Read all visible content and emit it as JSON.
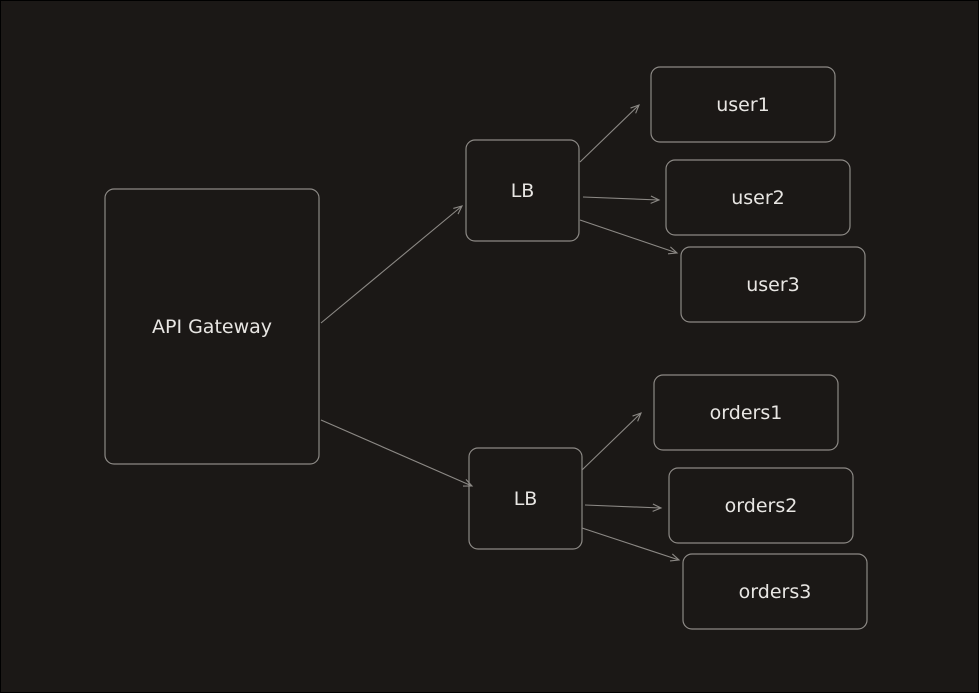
{
  "diagram": {
    "background": "#1b1816",
    "stroke_color": "#8c8985",
    "text_color": "#e8e6e3",
    "nodes": [
      {
        "id": "gateway",
        "label": "API Gateway"
      },
      {
        "id": "lb_users",
        "label": "LB"
      },
      {
        "id": "user1",
        "label": "user1"
      },
      {
        "id": "user2",
        "label": "user2"
      },
      {
        "id": "user3",
        "label": "user3"
      },
      {
        "id": "lb_orders",
        "label": "LB"
      },
      {
        "id": "orders1",
        "label": "orders1"
      },
      {
        "id": "orders2",
        "label": "orders2"
      },
      {
        "id": "orders3",
        "label": "orders3"
      }
    ],
    "edges": [
      {
        "from": "gateway",
        "to": "lb_users"
      },
      {
        "from": "gateway",
        "to": "lb_orders"
      },
      {
        "from": "lb_users",
        "to": "user1"
      },
      {
        "from": "lb_users",
        "to": "user2"
      },
      {
        "from": "lb_users",
        "to": "user3"
      },
      {
        "from": "lb_orders",
        "to": "orders1"
      },
      {
        "from": "lb_orders",
        "to": "orders2"
      },
      {
        "from": "lb_orders",
        "to": "orders3"
      }
    ]
  }
}
